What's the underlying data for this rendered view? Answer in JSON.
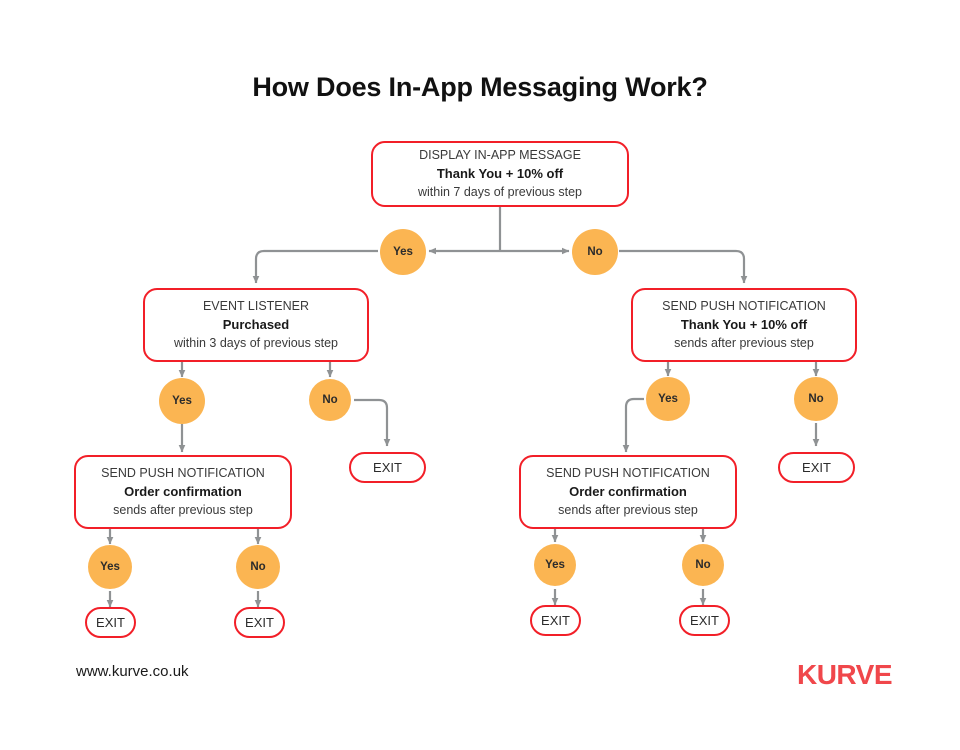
{
  "page": {
    "title": "How Does In-App Messaging Work?",
    "background": "#ffffff"
  },
  "theme": {
    "node_border": "#F21F28",
    "decision_fill": "#FBB552",
    "connector": "#8f9294",
    "logo_red": "#F0474B",
    "text": "#2b2b2b"
  },
  "footer": {
    "url": "www.kurve.co.uk",
    "logo": "KURVE"
  },
  "nodes": [
    {
      "id": "display-in-app-message",
      "line1": "DISPLAY IN-APP MESSAGE",
      "line2": "Thank You + 10% off",
      "line3": "within 7 days of previous step"
    },
    {
      "id": "event-listener-purchased",
      "line1": "EVENT LISTENER",
      "line2": "Purchased",
      "line3": "within 3 days of previous step"
    },
    {
      "id": "send-push-thank-you",
      "line1": "SEND PUSH NOTIFICATION",
      "line2": "Thank You + 10% off",
      "line3": "sends after previous step"
    },
    {
      "id": "send-push-order-confirmation-left",
      "line1": "SEND PUSH NOTIFICATION",
      "line2": "Order confirmation",
      "line3": "sends after previous step"
    },
    {
      "id": "send-push-order-confirmation-right",
      "line1": "SEND PUSH NOTIFICATION",
      "line2": "Order confirmation",
      "line3": "sends after previous step"
    }
  ],
  "decisions": [
    {
      "id": "d-root-yes",
      "label": "Yes"
    },
    {
      "id": "d-root-no",
      "label": "No"
    },
    {
      "id": "d-left-yes",
      "label": "Yes"
    },
    {
      "id": "d-left-no",
      "label": "No"
    },
    {
      "id": "d-right-yes",
      "label": "Yes"
    },
    {
      "id": "d-right-no",
      "label": "No"
    },
    {
      "id": "d-left-leaf-yes",
      "label": "Yes"
    },
    {
      "id": "d-left-leaf-no",
      "label": "No"
    },
    {
      "id": "d-right-leaf-yes",
      "label": "Yes"
    },
    {
      "id": "d-right-leaf-no",
      "label": "No"
    }
  ],
  "exits": [
    {
      "id": "exit-left-no",
      "label": "EXIT"
    },
    {
      "id": "exit-right-no",
      "label": "EXIT"
    },
    {
      "id": "exit-left-leaf-yes",
      "label": "EXIT"
    },
    {
      "id": "exit-left-leaf-no",
      "label": "EXIT"
    },
    {
      "id": "exit-right-leaf-yes",
      "label": "EXIT"
    },
    {
      "id": "exit-right-leaf-no",
      "label": "EXIT"
    }
  ]
}
